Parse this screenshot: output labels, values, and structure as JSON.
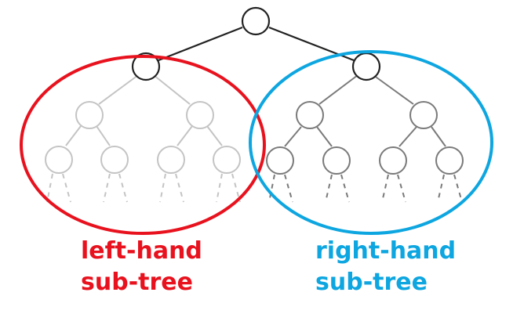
{
  "labels": {
    "left": {
      "line1": "left-hand",
      "line2": "sub-tree"
    },
    "right": {
      "line1": "right-hand",
      "line2": "sub-tree"
    }
  },
  "colors": {
    "root_and_children": "#222222",
    "left_subtree": "#c4c4c4",
    "right_subtree": "#7a7a7a",
    "left_ellipse": "#e8121e",
    "right_ellipse": "#0ea6e0"
  }
}
